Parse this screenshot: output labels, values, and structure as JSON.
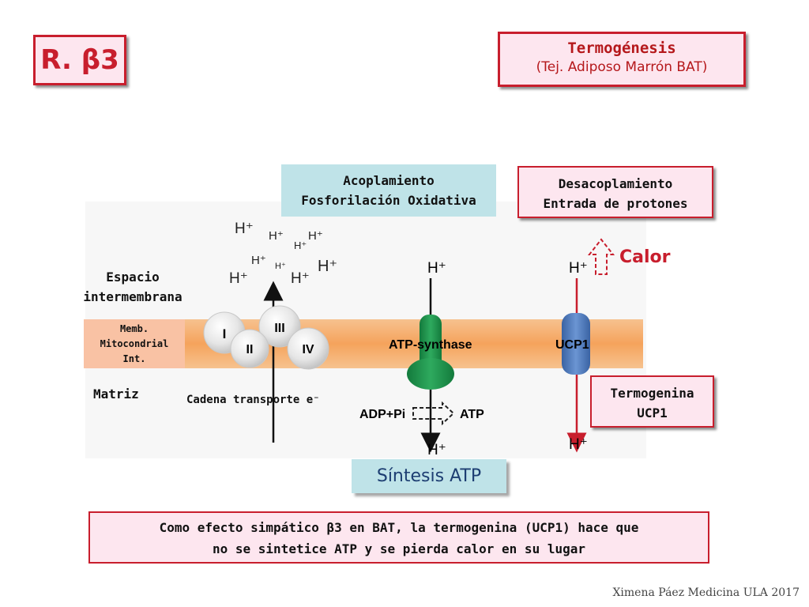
{
  "title": "R. β3",
  "thermogenesis": {
    "title": "Termogénesis",
    "subtitle": "(Tej. Adiposo Marrón BAT)"
  },
  "coupling": {
    "line1": "Acoplamiento",
    "line2": "Fosforilación Oxidativa"
  },
  "uncoupling": {
    "line1": "Desacoplamiento",
    "line2": "Entrada de protones"
  },
  "thermogenin": {
    "line1": "Termogenina",
    "line2": "UCP1"
  },
  "atp_synthesis": "Síntesis ATP",
  "heat": "Calor",
  "intermembrane": {
    "line1": "Espacio",
    "line2": "intermembrana"
  },
  "membrane": {
    "line1": "Memb.",
    "line2": "Mitocondrial",
    "line3": "Int."
  },
  "matrix": "Matriz",
  "transport_chain": "Cadena transporte e⁻",
  "complexes": [
    "I",
    "II",
    "III",
    "IV"
  ],
  "proton": "H⁺",
  "atp_synthase": "ATP-synthase",
  "ucp1": "UCP1",
  "adp_pi": "ADP+Pi",
  "atp": "ATP",
  "note": {
    "line1": "Como efecto simpático β3 en BAT, la termogenina (UCP1) hace que",
    "line2": "no se sintetice ATP y se pierda calor en su lugar"
  },
  "credit": "Ximena Páez Medicina ULA 2017",
  "colors": {
    "accent_red": "#c81e2d",
    "membrane": "#f5a35c",
    "atp_synthase": "#1e8a4a",
    "ucp1": "#4a78b8",
    "teal_box": "#bfe3e8",
    "pink_box": "#fde6ef"
  }
}
